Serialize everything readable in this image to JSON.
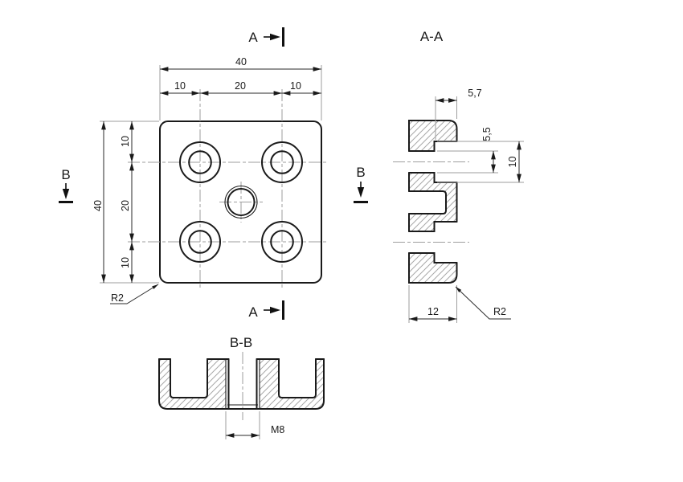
{
  "front": {
    "total_width": "40",
    "chain_top": [
      "10",
      "20",
      "10"
    ],
    "total_height": "40",
    "chain_left": [
      "10",
      "20",
      "10"
    ],
    "radius": "R2",
    "cut_a": "A",
    "cut_b": "B"
  },
  "aa": {
    "title": "A-A",
    "cbore_depth": "5,7",
    "hole_dia": "5,5",
    "cbore_dia": "10",
    "thickness": "12",
    "radius": "R2"
  },
  "bb": {
    "title": "B-B",
    "thread": "M8"
  },
  "colors": {
    "line": "#1a1a1a",
    "hatch": "#a8a8a8",
    "centerline": "#9e9e9e",
    "background": "#ffffff"
  }
}
